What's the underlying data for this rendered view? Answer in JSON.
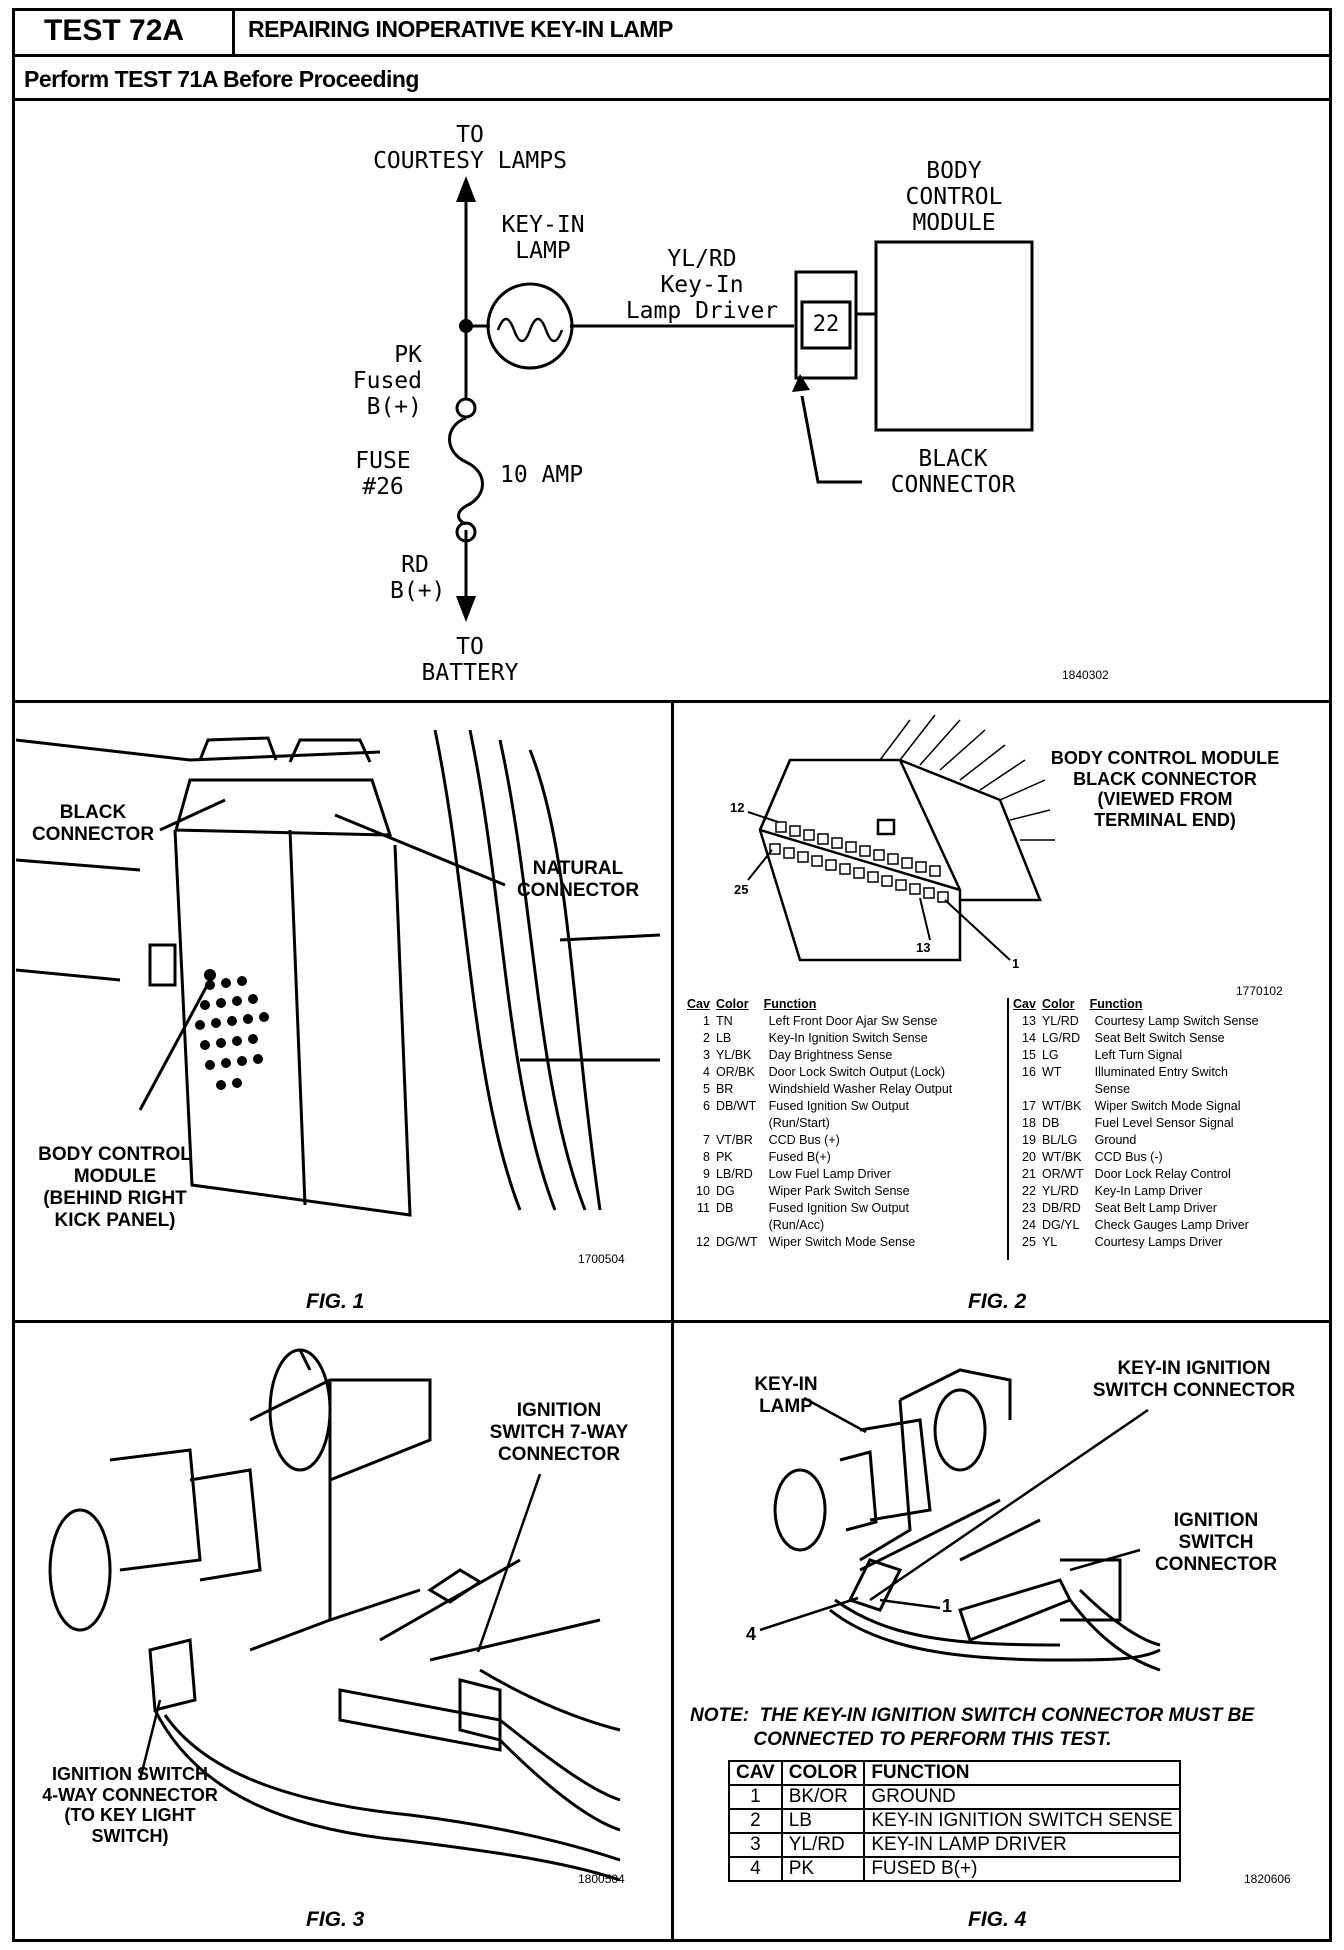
{
  "header": {
    "test_id": "TEST 72A",
    "title": "REPAIRING INOPERATIVE KEY-IN LAMP",
    "subtitle": "Perform TEST 71A Before Proceeding"
  },
  "schematic": {
    "to_courtesy": "TO\nCOURTESY LAMPS",
    "key_in_lamp": "KEY-IN\nLAMP",
    "wire_label": "YL/RD\nKey-In\nLamp Driver",
    "bcm": "BODY\nCONTROL\nMODULE",
    "pin": "22",
    "pk_label": "PK\nFused B(+)",
    "fuse_label": "FUSE\n#26",
    "amp_label": "10 AMP",
    "black_connector": "BLACK\nCONNECTOR",
    "rd_label": "RD\nB(+)",
    "to_battery": "TO\nBATTERY",
    "code": "1840302"
  },
  "fig1": {
    "black_connector": "BLACK\nCONNECTOR",
    "natural_connector": "NATURAL\nCONNECTOR",
    "bcm": "BODY CONTROL\nMODULE\n(BEHIND RIGHT\nKICK PANEL)",
    "code": "1700504",
    "caption": "FIG. 1"
  },
  "fig2": {
    "title": "BODY CONTROL MODULE\nBLACK CONNECTOR\n(VIEWED FROM\nTERMINAL END)",
    "pin_12": "12",
    "pin_25": "25",
    "pin_13": "13",
    "pin_1": "1",
    "code": "1770102",
    "caption": "FIG. 2",
    "headers": {
      "cav": "Cav",
      "color": "Color",
      "function": "Function"
    },
    "left": [
      {
        "cav": "1",
        "color": "TN",
        "fn": "Left Front Door Ajar Sw Sense"
      },
      {
        "cav": "2",
        "color": "LB",
        "fn": "Key-In Ignition Switch Sense"
      },
      {
        "cav": "3",
        "color": "YL/BK",
        "fn": "Day Brightness Sense"
      },
      {
        "cav": "4",
        "color": "OR/BK",
        "fn": "Door Lock Switch Output (Lock)"
      },
      {
        "cav": "5",
        "color": "BR",
        "fn": "Windshield Washer Relay Output"
      },
      {
        "cav": "6",
        "color": "DB/WT",
        "fn": "Fused Ignition Sw Output\n(Run/Start)"
      },
      {
        "cav": "7",
        "color": "VT/BR",
        "fn": "CCD Bus (+)"
      },
      {
        "cav": "8",
        "color": "PK",
        "fn": "Fused B(+)"
      },
      {
        "cav": "9",
        "color": "LB/RD",
        "fn": "Low Fuel Lamp Driver"
      },
      {
        "cav": "10",
        "color": "DG",
        "fn": "Wiper Park Switch Sense"
      },
      {
        "cav": "11",
        "color": "DB",
        "fn": "Fused Ignition Sw Output\n(Run/Acc)"
      },
      {
        "cav": "12",
        "color": "DG/WT",
        "fn": "Wiper Switch Mode Sense"
      }
    ],
    "right": [
      {
        "cav": "13",
        "color": "YL/RD",
        "fn": "Courtesy Lamp Switch Sense"
      },
      {
        "cav": "14",
        "color": "LG/RD",
        "fn": "Seat Belt Switch Sense"
      },
      {
        "cav": "15",
        "color": "LG",
        "fn": "Left Turn Signal"
      },
      {
        "cav": "16",
        "color": "WT",
        "fn": "Illuminated Entry Switch\nSense"
      },
      {
        "cav": "17",
        "color": "WT/BK",
        "fn": "Wiper Switch Mode Signal"
      },
      {
        "cav": "18",
        "color": "DB",
        "fn": "Fuel Level Sensor Signal"
      },
      {
        "cav": "19",
        "color": "BL/LG",
        "fn": "Ground"
      },
      {
        "cav": "20",
        "color": "WT/BK",
        "fn": "CCD Bus (-)"
      },
      {
        "cav": "21",
        "color": "OR/WT",
        "fn": "Door Lock Relay Control"
      },
      {
        "cav": "22",
        "color": "YL/RD",
        "fn": "Key-In Lamp Driver"
      },
      {
        "cav": "23",
        "color": "DB/RD",
        "fn": "Seat Belt Lamp Driver"
      },
      {
        "cav": "24",
        "color": "DG/YL",
        "fn": "Check Gauges Lamp Driver"
      },
      {
        "cav": "25",
        "color": "YL",
        "fn": "Courtesy Lamps Driver"
      }
    ]
  },
  "fig3": {
    "ign7": "IGNITION\nSWITCH 7-WAY\nCONNECTOR",
    "ign4": "IGNITION SWITCH\n4-WAY CONNECTOR\n(TO KEY LIGHT\nSWITCH)",
    "code": "1800504",
    "caption": "FIG. 3"
  },
  "fig4": {
    "keyin_lamp": "KEY-IN\nLAMP",
    "keyin_conn": "KEY-IN IGNITION\nSWITCH CONNECTOR",
    "ign_conn": "IGNITION\nSWITCH\nCONNECTOR",
    "pin_1": "1",
    "pin_4": "4",
    "note": "NOTE:  THE KEY-IN IGNITION SWITCH CONNECTOR MUST BE\n            CONNECTED TO PERFORM THIS TEST.",
    "headers": {
      "cav": "CAV",
      "color": "COLOR",
      "function": "FUNCTION"
    },
    "rows": [
      {
        "cav": "1",
        "color": "BK/OR",
        "fn": "GROUND"
      },
      {
        "cav": "2",
        "color": "LB",
        "fn": "KEY-IN IGNITION SWITCH SENSE"
      },
      {
        "cav": "3",
        "color": "YL/RD",
        "fn": "KEY-IN LAMP DRIVER"
      },
      {
        "cav": "4",
        "color": "PK",
        "fn": "FUSED B(+)"
      }
    ],
    "code": "1820606",
    "caption": "FIG. 4"
  }
}
